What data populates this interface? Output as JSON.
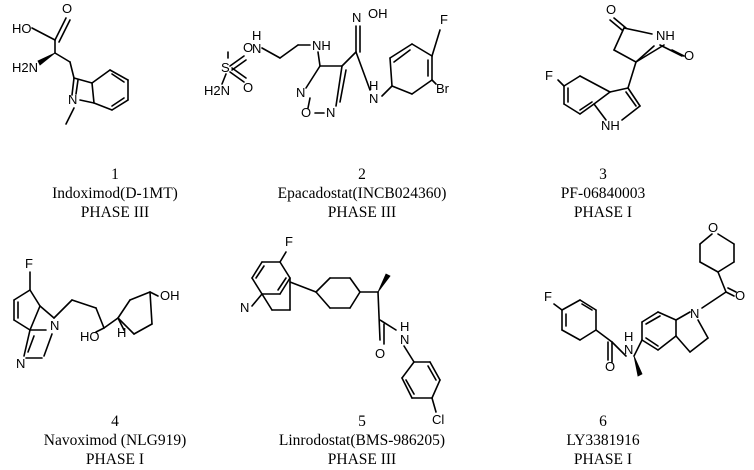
{
  "compounds": [
    {
      "number": "1",
      "name": "Indoximod(D-1MT)",
      "phase": "PHASE III",
      "atoms": {
        "hydroxyl": "HO",
        "carbonyl_o": "O",
        "amine": "H2N",
        "indole_n": "N"
      }
    },
    {
      "number": "2",
      "name": "Epacadostat(INCB024360)",
      "phase": "PHASE III",
      "atoms": {
        "o_top": "O",
        "o_bottom": "O",
        "s": "S",
        "h2n": "H2N",
        "nh_sulf": "H",
        "n_sulf": "N",
        "nh_amine": "NH",
        "oxime": "N",
        "oh": "OH",
        "nh_anilide": "H",
        "n_anilide": "N",
        "ring_n1": "N",
        "ring_o": "O",
        "ring_n2": "N",
        "f": "F",
        "br": "Br"
      }
    },
    {
      "number": "3",
      "name": "PF-06840003",
      "phase": "PHASE I",
      "atoms": {
        "o_top": "O",
        "o_bottom": "O",
        "nh_imide": "NH",
        "f": "F",
        "nh_indole": "NH"
      }
    },
    {
      "number": "4",
      "name": "Navoximod (NLG919)",
      "phase": "PHASE I",
      "atoms": {
        "f": "F",
        "oh_right": "OH",
        "ho": "HO",
        "h": "H",
        "n_ring": "N",
        "n_imid": "N"
      }
    },
    {
      "number": "5",
      "name": "Linrodostat(BMS-986205)",
      "phase": "PHASE III",
      "atoms": {
        "f": "F",
        "n_quin": "N",
        "o": "O",
        "h": "H",
        "n_amide": "N",
        "cl": "Cl"
      }
    },
    {
      "number": "6",
      "name": "LY3381916",
      "phase": "PHASE I",
      "atoms": {
        "o_pyran": "O",
        "o_amide": "O",
        "n_indoline": "N",
        "f": "F",
        "o_benz": "O",
        "h": "H",
        "n_amide": "N"
      }
    }
  ]
}
